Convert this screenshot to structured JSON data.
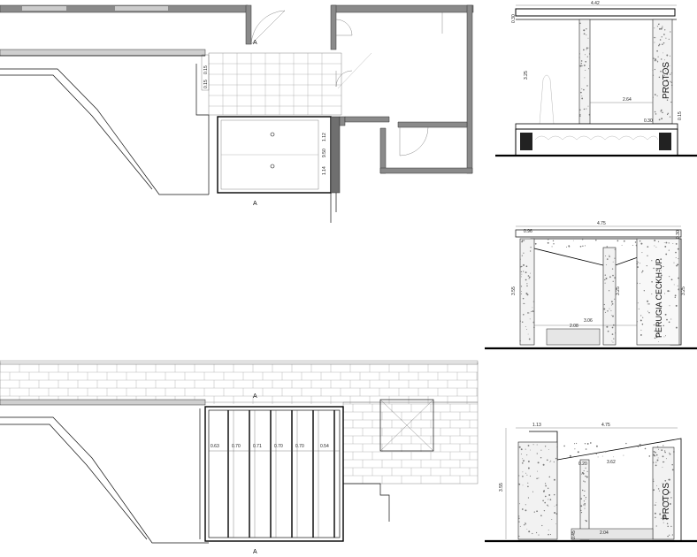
{
  "plan_upper": {
    "section_marks": [
      "A",
      "A"
    ],
    "dims": [
      "1.12",
      "9.50",
      "1.14",
      "0.15",
      "0.15"
    ]
  },
  "plan_lower": {
    "section_marks": [
      "A",
      "A"
    ],
    "bay_dims": [
      "0.63",
      "0.70",
      "0.71",
      "0.70",
      "0.70",
      "0.54"
    ]
  },
  "section_1": {
    "dims": {
      "width": "4.42",
      "height": "3.25",
      "top": "0.30",
      "inner": "2.64",
      "plinth": "0.30",
      "side": "0.15"
    },
    "label": "PROTOS"
  },
  "section_2": {
    "dims": {
      "width": "4.75",
      "left": "0.96",
      "height": "3.55",
      "inner_h": "3.25",
      "span": "3.06",
      "bench": "2.08",
      "top": "0.30"
    },
    "label": "PERUGIA CECKH-UP"
  },
  "section_3": {
    "dims": {
      "left": "1.13",
      "width": "4.75",
      "height": "3.55",
      "span": "3.62",
      "small": "0.20",
      "base": "0.45",
      "inner": "2.04"
    },
    "label": "PROTOS"
  }
}
